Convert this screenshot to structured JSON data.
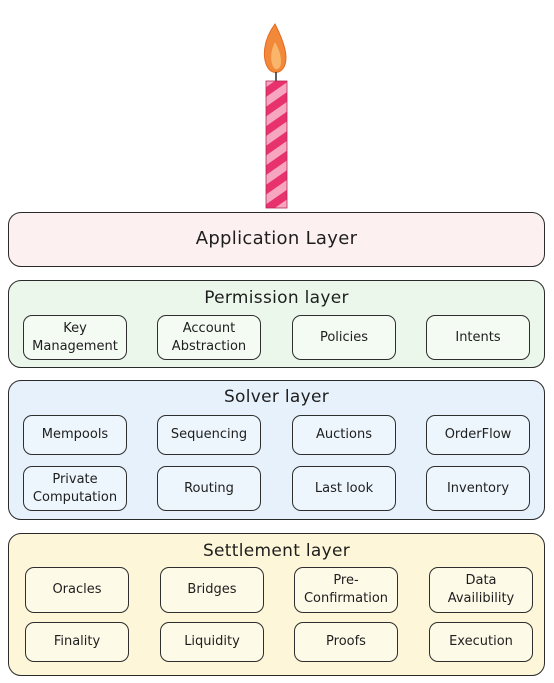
{
  "candle": {
    "flame_color": "#f2883a",
    "stripe_colors": [
      "#e8326d",
      "#f6a6c0"
    ]
  },
  "layers": {
    "application": {
      "title": "Application Layer",
      "color": "#fdf0f1"
    },
    "permission": {
      "title": "Permission layer",
      "color": "#ebf7ea",
      "items": [
        "Key\nManagement",
        "Account\nAbstraction",
        "Policies",
        "Intents"
      ]
    },
    "solver": {
      "title": "Solver layer",
      "color": "#e6f1fb",
      "items": [
        "Mempools",
        "Sequencing",
        "Auctions",
        "OrderFlow",
        "Private\nComputation",
        "Routing",
        "Last look",
        "Inventory"
      ]
    },
    "settlement": {
      "title": "Settlement layer",
      "color": "#fdf6d8",
      "items": [
        "Oracles",
        "Bridges",
        "Pre-\nConfirmation",
        "Data\nAvailibility",
        "Finality",
        "Liquidity",
        "Proofs",
        "Execution"
      ]
    }
  }
}
